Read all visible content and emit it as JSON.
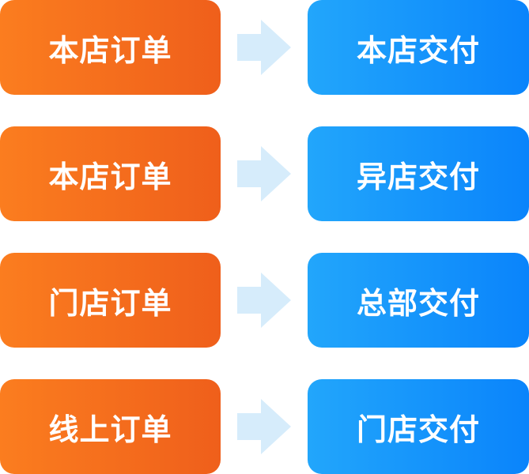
{
  "rows": [
    {
      "order": "本店订单",
      "delivery": "本店交付"
    },
    {
      "order": "本店订单",
      "delivery": "异店交付"
    },
    {
      "order": "门店订单",
      "delivery": "总部交付"
    },
    {
      "order": "线上订单",
      "delivery": "门店交付"
    }
  ],
  "colors": {
    "order_start": "#fb7d1f",
    "order_end": "#ef5f1b",
    "delivery_start": "#22a6fb",
    "delivery_end": "#0a84fb",
    "arrow": "#d6ecfb"
  }
}
